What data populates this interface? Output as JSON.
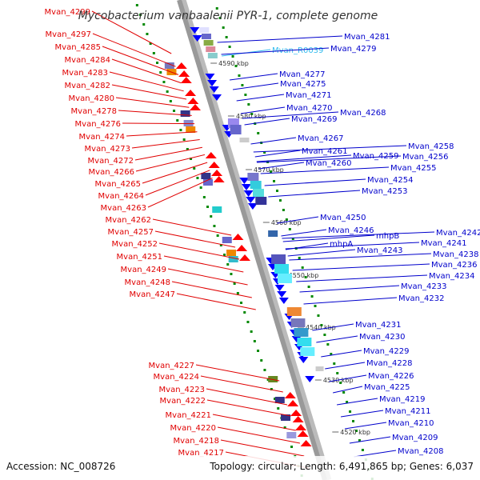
{
  "title": "Mycobacterium vanbaalenii PYR-1, complete genome",
  "accession": "Accession: NC_008726",
  "summary": "Topology: circular; Length: 6,491,865 bp; Genes: 6,037",
  "colors": {
    "left_label": "#e00000",
    "right_label": "#0000cc",
    "rna_label": "#33bbee",
    "forward_gene": "#ff0000",
    "reverse_gene": "#0000ff",
    "backbone": "#999999",
    "tick": "#008800"
  },
  "kbp_labels": [
    "4590 kbp",
    "4580 kbp",
    "4570 kbp",
    "4560 kbp",
    "4550 kbp",
    "4540 kbp",
    "4530 kbp",
    "4520 kbp"
  ],
  "left_labels": [
    "Mvan_4299",
    "Mvan_4297",
    "Mvan_4285",
    "Mvan_4284",
    "Mvan_4283",
    "Mvan_4282",
    "Mvan_4280",
    "Mvan_4278",
    "Mvan_4276",
    "Mvan_4274",
    "Mvan_4273",
    "Mvan_4272",
    "Mvan_4266",
    "Mvan_4265",
    "Mvan_4264",
    "Mvan_4263",
    "Mvan_4262",
    "Mvan_4257",
    "Mvan_4252",
    "Mvan_4251",
    "Mvan_4249",
    "Mvan_4248",
    "Mvan_4247",
    "Mvan_4227",
    "Mvan_4224",
    "Mvan_4223",
    "Mvan_4222",
    "Mvan_4221",
    "Mvan_4220",
    "Mvan_4218",
    "Mvan_4217"
  ],
  "right_labels": [
    "Mvan_R0039",
    "Mvan_4281",
    "Mvan_4279",
    "Mvan_4277",
    "Mvan_4275",
    "Mvan_4271",
    "Mvan_4270",
    "Mvan_4268",
    "Mvan_4269",
    "Mvan_4267",
    "Mvan_4261",
    "Mvan_4258",
    "Mvan_4259",
    "Mvan_4256",
    "Mvan_4260",
    "Mvan_4255",
    "Mvan_4254",
    "Mvan_4253",
    "Mvan_4250",
    "Mvan_4246",
    "mhpB",
    "Mvan_4242",
    "mhpA",
    "Mvan_4241",
    "Mvan_4243",
    "Mvan_4238",
    "Mvan_4236",
    "Mvan_4234",
    "Mvan_4233",
    "Mvan_4232",
    "Mvan_4231",
    "Mvan_4230",
    "Mvan_4229",
    "Mvan_4228",
    "Mvan_4226",
    "Mvan_4225",
    "Mvan_4219",
    "Mvan_4211",
    "Mvan_4210",
    "Mvan_4209",
    "Mvan_4208"
  ]
}
